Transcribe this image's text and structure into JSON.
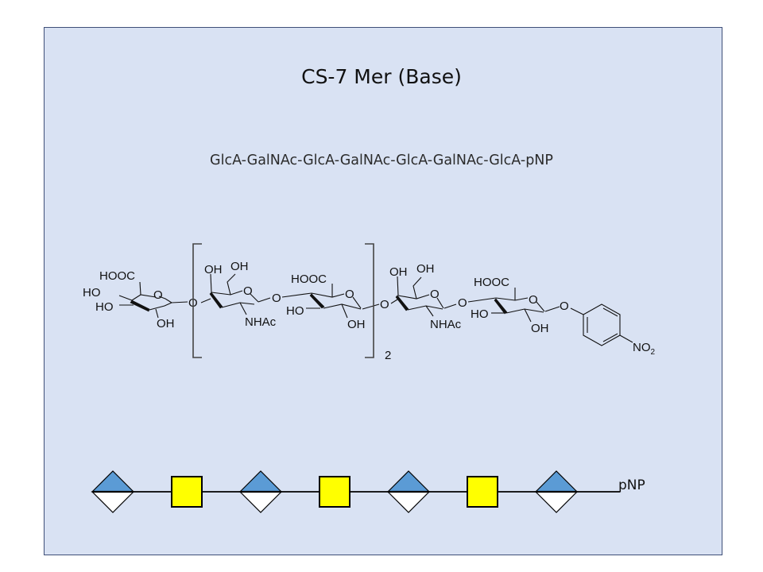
{
  "slide": {
    "title": "CS-7 Mer (Base)",
    "sequence": "GlcA-GalNAc-GlcA-GalNAc-GlcA-GalNAc-GlcA-pNP"
  },
  "structure": {
    "labels": {
      "hooc": "HOOC",
      "ho": "HO",
      "oh": "OH",
      "o": "O",
      "nhac": "NHAc",
      "no2_main": "NO",
      "no2_sub": "2",
      "repeat_count": "2"
    },
    "units": [
      "GlcA",
      "GalNAc",
      "GlcA",
      "GalNAc",
      "GlcA"
    ],
    "repeat_bracket": "GalNAc-GlcA"
  },
  "symbol_chain": {
    "residues": [
      "GlcA",
      "GalNAc",
      "GlcA",
      "GalNAc",
      "GlcA",
      "GalNAc",
      "GlcA"
    ],
    "end_label": "pNP",
    "colors": {
      "glca_top": "#5b9bd5",
      "glca_bottom": "#ffffff",
      "galnac": "#ffff00",
      "outline": "#000000"
    }
  }
}
